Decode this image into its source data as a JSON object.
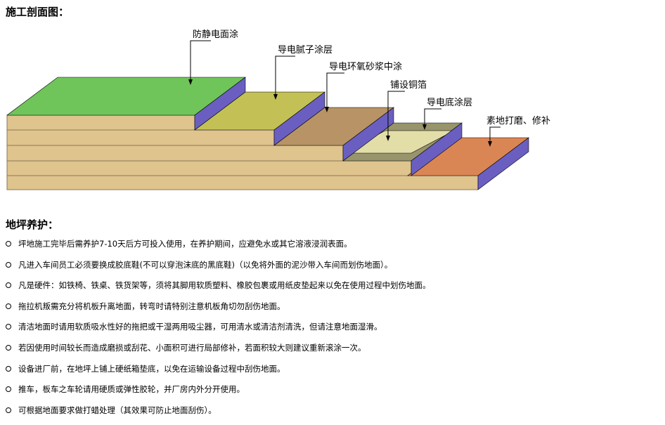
{
  "construction": {
    "heading": "施工剖面图："
  },
  "diagram": {
    "labels": {
      "antistatic": "防静电面涂",
      "putty": "导电腻子涂层",
      "mortar": "导电环氧砂浆中涂",
      "copper": "铺设铜箔",
      "primer": "导电底涂层",
      "substrate": "素地打磨、修补"
    },
    "colors": {
      "slab_face": "#dfc48e",
      "slab_edge": "#8a7a55",
      "side": "#6a5fc0",
      "antistatic_top": "#6fc45a",
      "putty_top": "#c3c155",
      "mortar_top": "#b79365",
      "copper_top": "#e3dea8",
      "primer_top": "#98946b",
      "substrate_top": "#da8654"
    }
  },
  "maintenance": {
    "heading": "地坪养护：",
    "tips": [
      "坪地施工完毕后需养护7-10天后方可投入使用，在养护期间，应避免水或其它溶液浸润表面。",
      "凡进入车间员工必须要换成胶底鞋(不可以穿泡沫底的黑底鞋)（以免将外面的泥沙带入车间而划伤地面）。",
      "凡是硬件：如铁椅、铁桌、铁货架等，须将其脚用软质塑料、橡胶包裹或用纸皮垫起来以免在使用过程中划伤地面。",
      "拖拉机叛需充分将机板升离地面，转弯时请特别注意机板角切勿刮伤地面。",
      "清洁地面时请用软质吸水性好的拖把或干湿两用吸尘器，可用清水或清洁剂清洗，但请注意地面湿滑。",
      "若因使用时间较长而造成磨损或刮花、小面积可进行局部修补，若面积较大则建议重新滚涂一次。",
      "设备进厂前，在地坪上铺上硬纸箱垫底，以免在运输设备过程中刮伤地面。",
      "推车，板车之车轮请用硬质或弹性胶轮，并厂房内外分开使用。",
      "可根据地面要求做打蜡处理（其效果可防止地面刮伤）。"
    ]
  }
}
